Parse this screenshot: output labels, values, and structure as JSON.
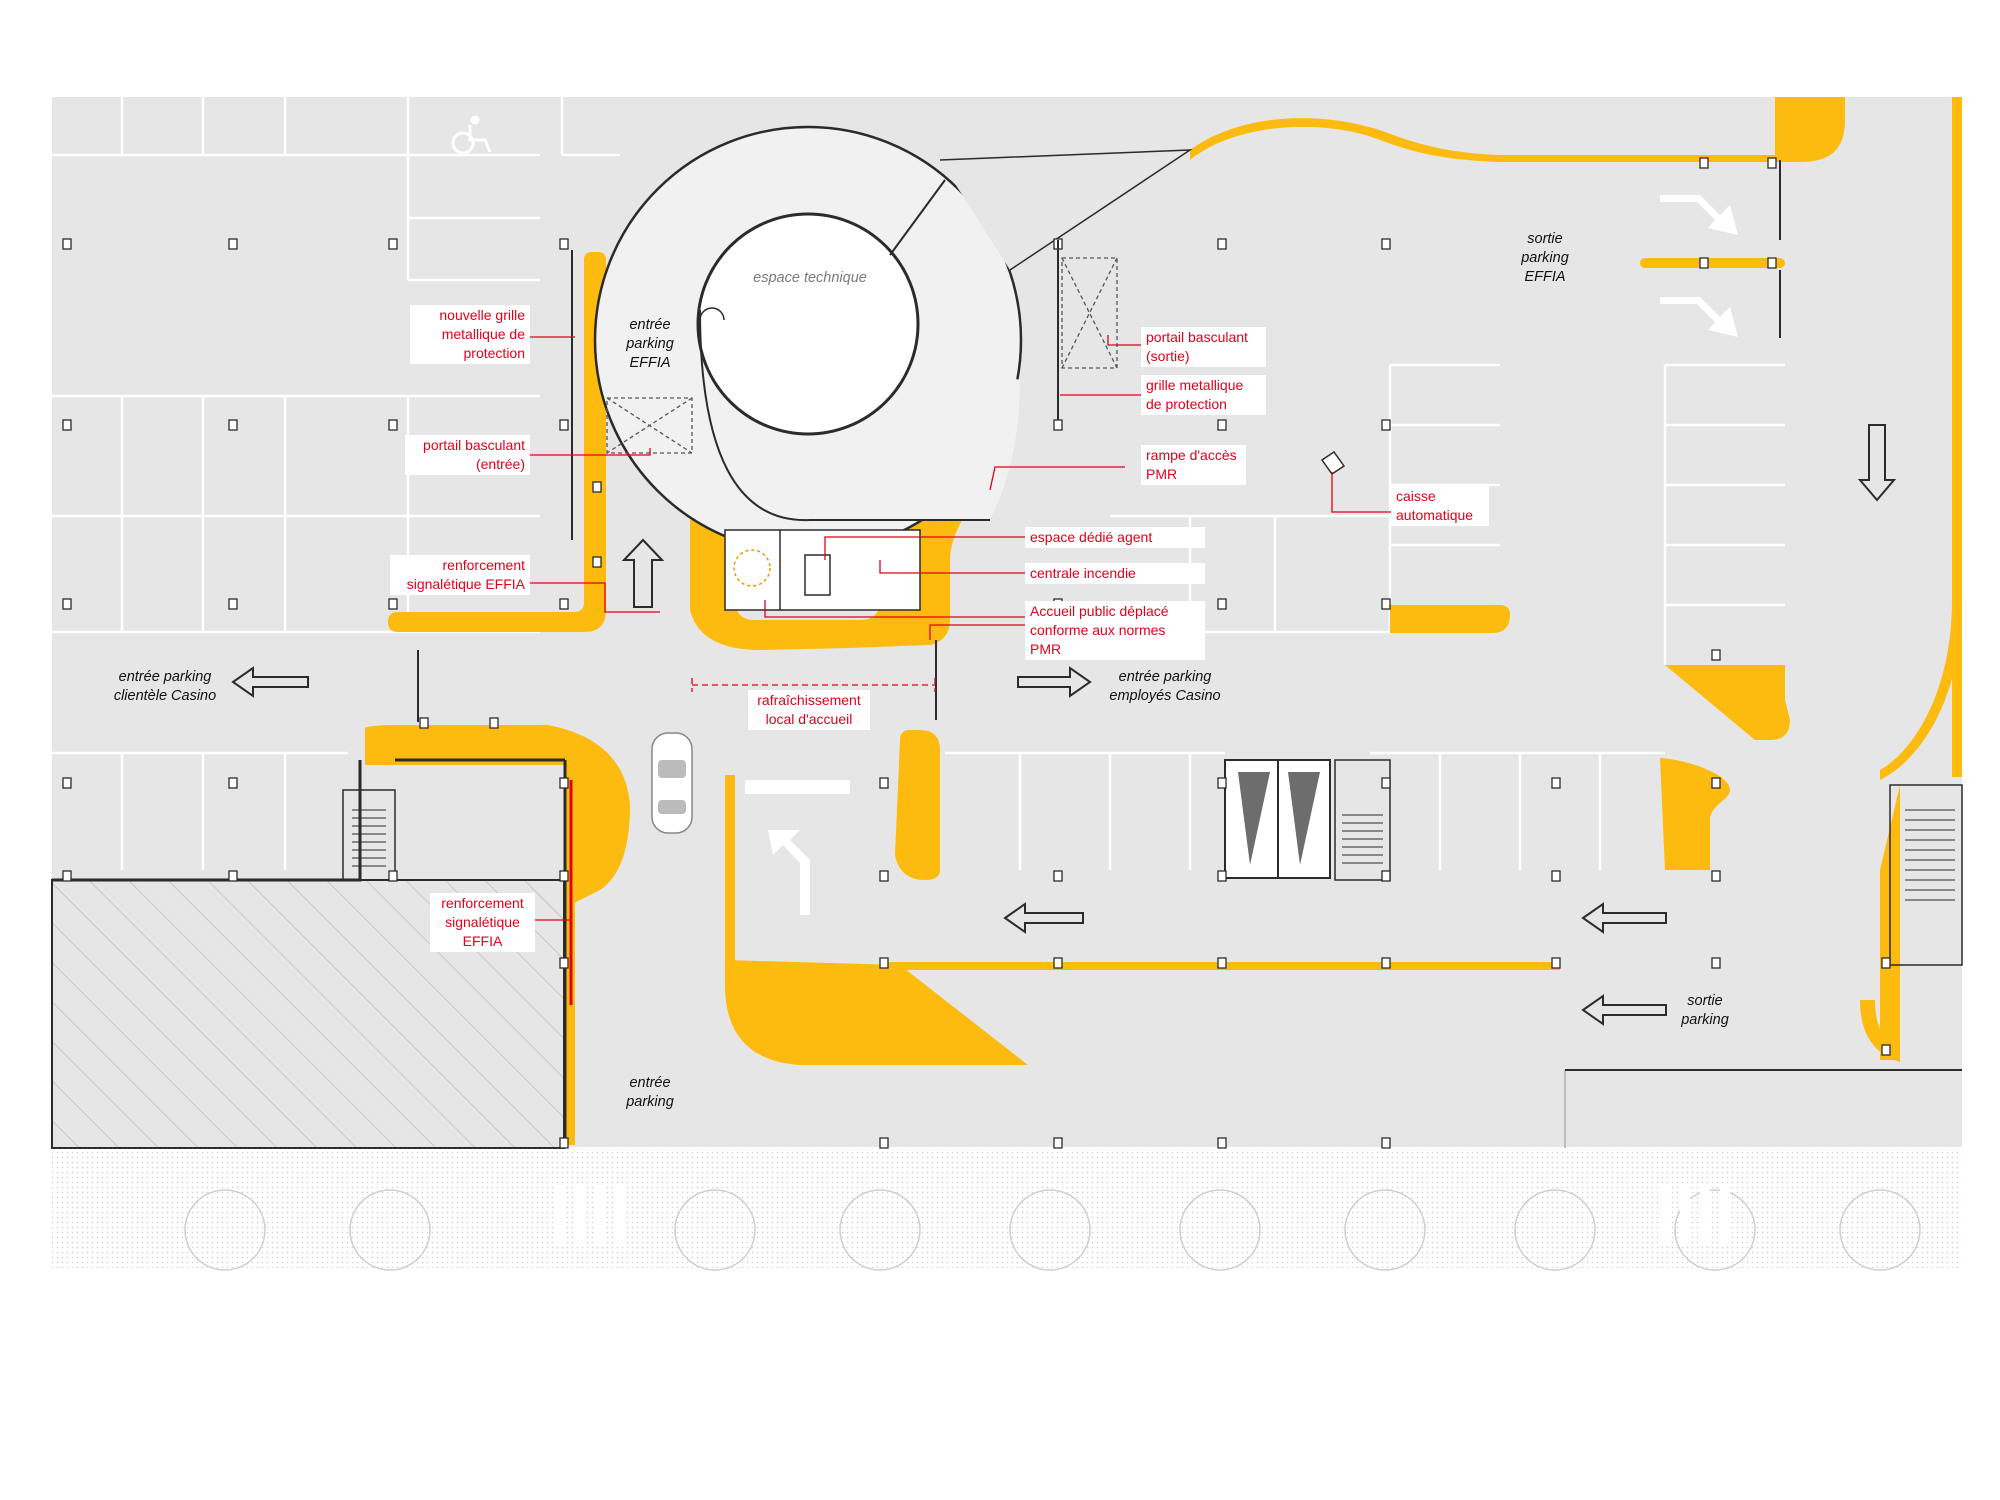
{
  "labels": {
    "espace_technique": "espace technique",
    "entree_parking_effia": [
      "entrée",
      "parking",
      "EFFIA"
    ],
    "sortie_parking_effia": [
      "sortie",
      "parking",
      "EFFIA"
    ],
    "entree_parking_clientele": [
      "entrée parking",
      "clientèle Casino"
    ],
    "entree_parking_employes": [
      "entrée parking",
      "employés Casino"
    ],
    "entree_parking_bottom": [
      "entrée",
      "parking"
    ],
    "sortie_parking_right": [
      "sortie",
      "parking"
    ]
  },
  "annotations": {
    "nouvelle_grille": [
      "nouvelle grille",
      "metallique de",
      "protection"
    ],
    "portail_entree": [
      "portail basculant",
      "(entrée)"
    ],
    "renforcement_top": [
      "renforcement",
      "signalétique EFFIA"
    ],
    "renforcement_bottom": [
      "renforcement",
      "signalétique",
      "EFFIA"
    ],
    "portail_sortie": [
      "portail basculant",
      "(sortie)"
    ],
    "grille_metallique": [
      "grille metallique",
      "de protection"
    ],
    "rampe_pmr": [
      "rampe d'accès",
      "PMR"
    ],
    "caisse": [
      "caisse",
      "automatique"
    ],
    "espace_agent": "espace dédié agent",
    "centrale": "centrale incendie",
    "accueil": [
      "Accueil public déplacé",
      "conforme aux normes PMR"
    ],
    "rafraichissement": [
      "rafraîchissement",
      "local d'accueil"
    ]
  },
  "colors": {
    "yellow": "#fdbb0f",
    "ground": "#e6e6e6",
    "red": "#e3001b",
    "line": "#ffffff",
    "wall": "#2b2b2b"
  },
  "icons": [
    "wheelchair-icon",
    "car-icon",
    "arrow-icon"
  ]
}
